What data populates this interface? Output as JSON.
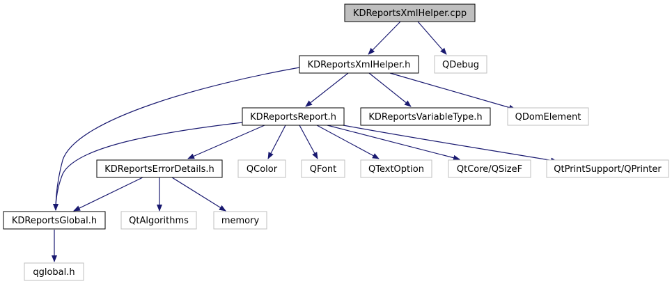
{
  "title": "KDReportsXmlHelper.cpp",
  "colors": {
    "edge": "#191970",
    "root_fill": "#bfbfbf",
    "node_fill": "#ffffff",
    "node_border": "#000000",
    "external_border": "#bfbfbf",
    "text": "#000000"
  },
  "nodes": {
    "xmlhelper_cpp": {
      "label": "KDReportsXmlHelper.cpp"
    },
    "xmlhelper_h": {
      "label": "KDReportsXmlHelper.h"
    },
    "qdebug": {
      "label": "QDebug"
    },
    "report_h": {
      "label": "KDReportsReport.h"
    },
    "variabletype_h": {
      "label": "KDReportsVariableType.h"
    },
    "qdomelement": {
      "label": "QDomElement"
    },
    "errordetails_h": {
      "label": "KDReportsErrorDetails.h"
    },
    "qcolor": {
      "label": "QColor"
    },
    "qfont": {
      "label": "QFont"
    },
    "qtextoption": {
      "label": "QTextOption"
    },
    "qsizef": {
      "label": "QtCore/QSizeF"
    },
    "qprinter": {
      "label": "QtPrintSupport/QPrinter"
    },
    "global_h": {
      "label": "KDReportsGlobal.h"
    },
    "qtalgorithms": {
      "label": "QtAlgorithms"
    },
    "memory": {
      "label": "memory"
    },
    "qglobal_h": {
      "label": "qglobal.h"
    }
  }
}
